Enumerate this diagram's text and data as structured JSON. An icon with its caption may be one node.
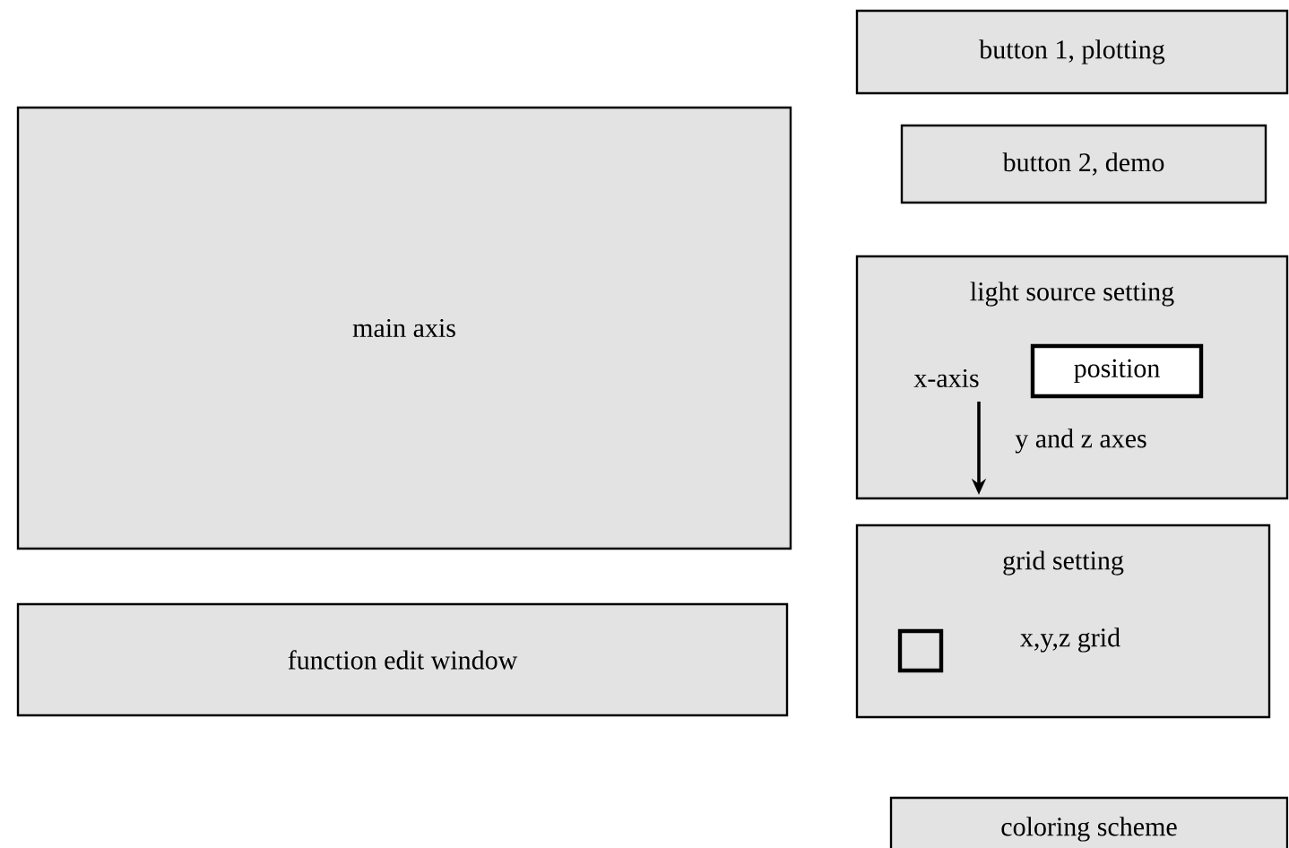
{
  "diagram": {
    "nodes": [
      {
        "text": [
          "main axis"
        ]
      },
      {
        "text": [
          "function edit window"
        ]
      },
      {
        "text": [
          "button 1, plotting"
        ]
      },
      {
        "text": [
          "button 2, demo"
        ]
      },
      {
        "text": [
          "light source setting"
        ]
      },
      {
        "text": [
          "position"
        ],
        "in": 4
      },
      {
        "text": [
          "grid setting"
        ]
      },
      {
        "text": [],
        "shape": "box",
        "in": 6
      },
      {
        "text": [
          "coloring scheme"
        ]
      }
    ],
    "edges": [],
    "labels": [
      "x-axis",
      "y and z axes",
      "x,y,z grid"
    ]
  }
}
